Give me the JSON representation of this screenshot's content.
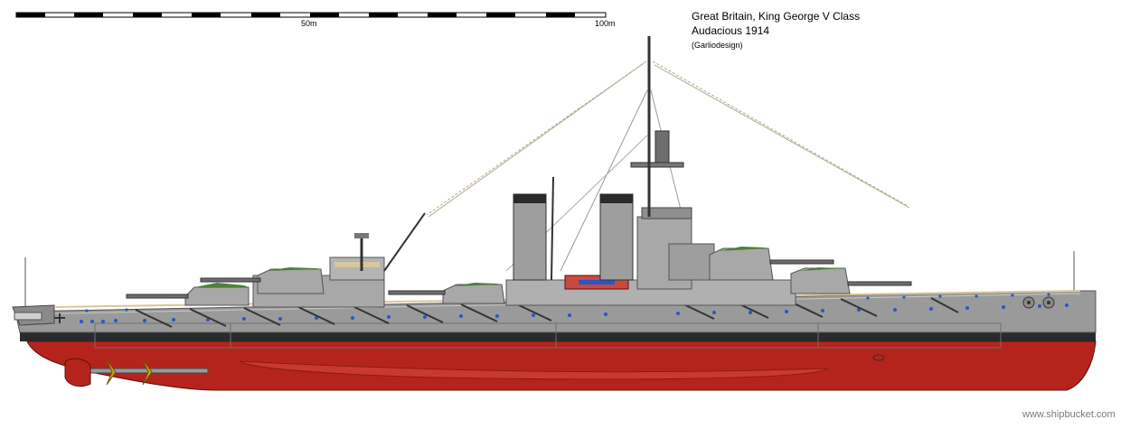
{
  "title": {
    "line1": "Great Britain, King George V Class",
    "line2": "Audacious 1914",
    "credit": "(Garliodesign)"
  },
  "scale_bar": {
    "mark_50": "50m",
    "mark_100": "100m"
  },
  "watermark": "www.shipbucket.com",
  "colors": {
    "hull_grey": "#9a9a9a",
    "superstructure_grey": "#b4b4b4",
    "dark_grey": "#6e6e6e",
    "boot_topping": "#2a2a2a",
    "hull_red": "#b5241c",
    "deck_green": "#4f7f3a",
    "porthole_blue": "#2a56c8",
    "wood_tan": "#d8c79c",
    "brass": "#c9a21a"
  },
  "icons": [
    "anchor-icon",
    "propeller-icon",
    "rudder-icon"
  ]
}
